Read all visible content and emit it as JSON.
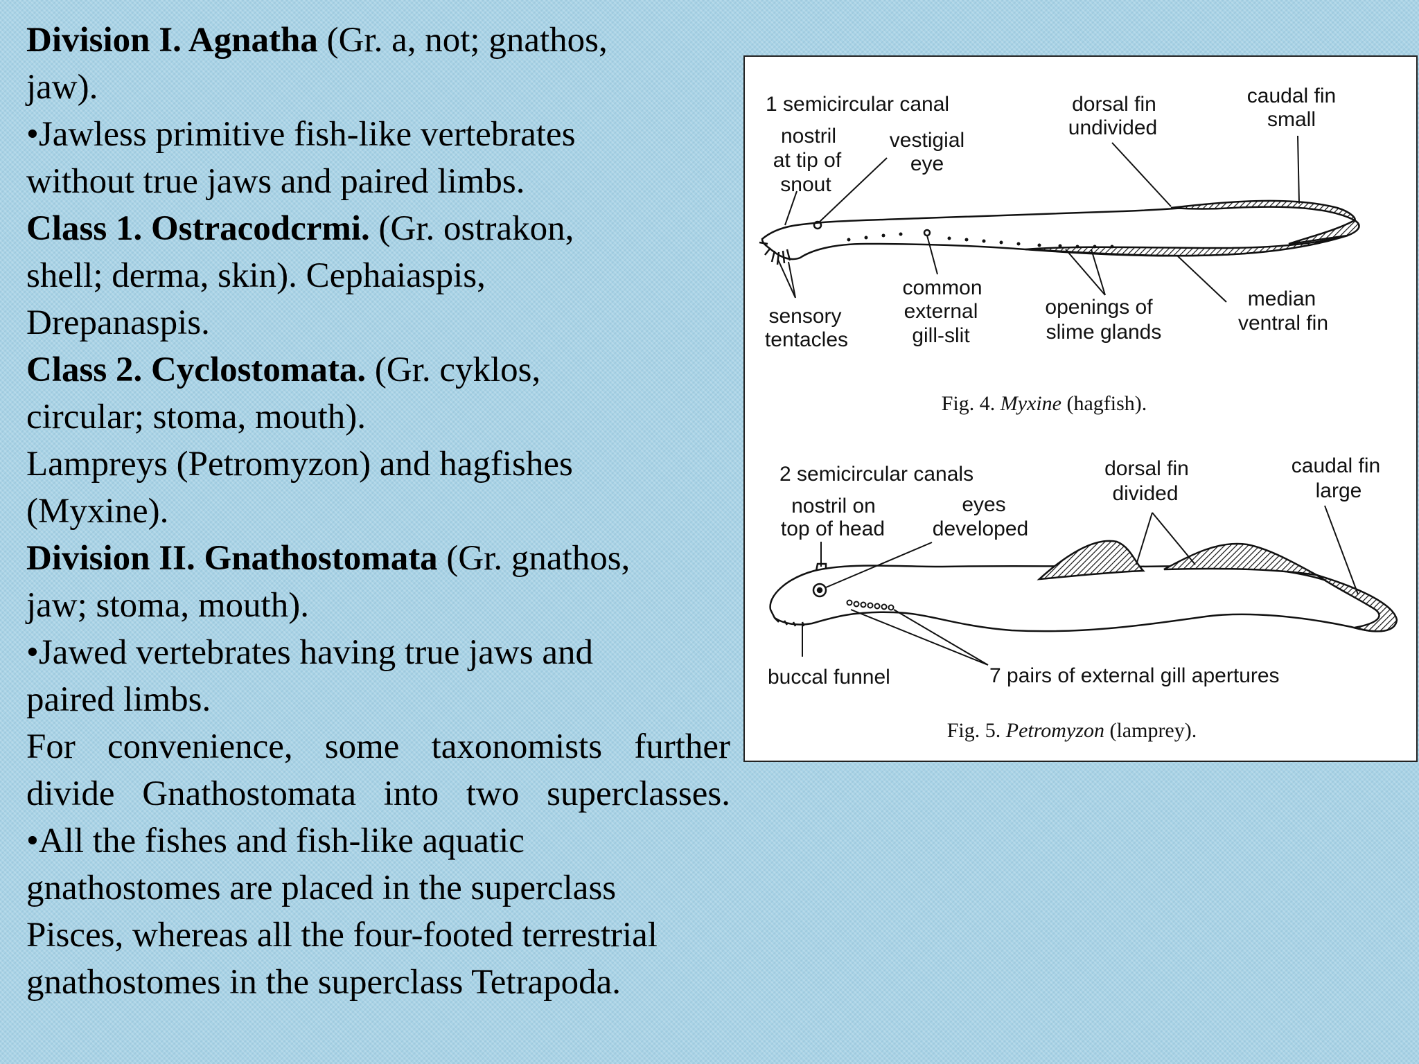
{
  "slide": {
    "division1": {
      "title": "Division I. Agnatha",
      "rest_line1": " (Gr. a, not; gnathos,",
      "rest_line2": "jaw)."
    },
    "bullet1": {
      "line1": "•Jawless primitive fish-like vertebrates",
      "line2": "without true jaws and paired limbs."
    },
    "class1": {
      "title": "Class 1. Ostracodcrmi.",
      "rest_line1": " (Gr. ostrakon,",
      "line2": "shell; derma, skin). Cephaiaspis,",
      "line3": "Drepanaspis."
    },
    "class2": {
      "title": "Class 2. Cyclostomata.",
      "rest_line1": " (Gr. cyklos,",
      "line2": "circular; stoma, mouth)."
    },
    "lampreys": {
      "line1": " Lampreys (Petromyzon) and hagfishes",
      "line2": "(Myxine)."
    },
    "division2": {
      "title": "Division II. Gnathostomata",
      "rest_line1": " (Gr. gnathos,",
      "line2": "jaw; stoma, mouth)."
    },
    "bullet2": {
      "line1": "•Jawed vertebrates having true jaws and",
      "line2": "paired limbs."
    },
    "convenience": {
      "line1": " For convenience, some taxonomists further",
      "line2": "divide Gnathostomata into two superclasses."
    },
    "bullet3": {
      "line1": "•All the fishes and fish-like aquatic",
      "line2": "gnathostomes are placed in the superclass",
      "line3": "Pisces, whereas all the four-footed terrestrial",
      "line4": "gnathostomes in the superclass Tetrapoda."
    }
  },
  "figure": {
    "myxine": {
      "semicircular": "1 semicircular canal",
      "nostril_1": "nostril",
      "nostril_2": "at tip of",
      "nostril_3": "snout",
      "vestigial_1": "vestigial",
      "vestigial_2": "eye",
      "dorsal_1": "dorsal fin",
      "dorsal_2": "undivided",
      "caudal_1": "caudal fin",
      "caudal_2": "small",
      "sensory_1": "sensory",
      "sensory_2": "tentacles",
      "gill_1": "common",
      "gill_2": "external",
      "gill_3": "gill-slit",
      "slime_1": "openings of",
      "slime_2": "slime glands",
      "median_1": "median",
      "median_2": "ventral fin",
      "caption_prefix": "Fig. 4. ",
      "caption_name": "Myxine",
      "caption_suffix": " (hagfish)."
    },
    "petromyzon": {
      "semicircular": "2 semicircular canals",
      "nostril_1": "nostril on",
      "nostril_2": "top of head",
      "eyes_1": "eyes",
      "eyes_2": "developed",
      "dorsal_1": "dorsal fin",
      "dorsal_2": "divided",
      "caudal_1": "caudal fin",
      "caudal_2": "large",
      "buccal": "buccal funnel",
      "gill_apertures": "7 pairs of external gill apertures",
      "caption_prefix": "Fig. 5. ",
      "caption_name": "Petromyzon",
      "caption_suffix": " (lamprey)."
    }
  }
}
